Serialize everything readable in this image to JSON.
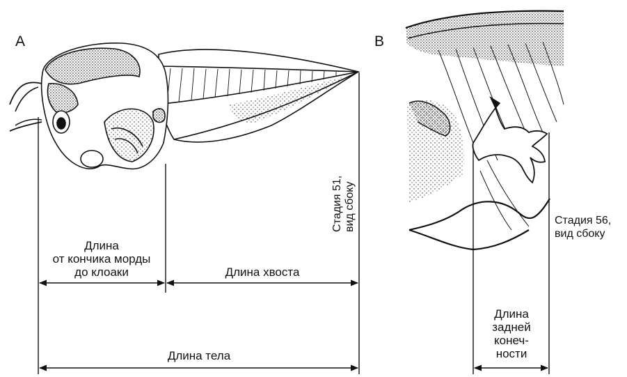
{
  "panels": {
    "a": {
      "letter": "A"
    },
    "b": {
      "letter": "B"
    }
  },
  "labels": {
    "snout_vent": [
      "Длина",
      "от кончика морды",
      "до клоаки"
    ],
    "tail": "Длина хвоста",
    "body": "Длина тела",
    "stage_a": [
      "Стадия 51,",
      "вид сбоку"
    ],
    "stage_b": [
      "Стадия 56,",
      "вид сбоку"
    ],
    "hindlimb": [
      "Длина",
      "задней",
      "конеч-",
      "ности"
    ]
  },
  "colors": {
    "ink": "#111111",
    "paper": "#ffffff"
  }
}
